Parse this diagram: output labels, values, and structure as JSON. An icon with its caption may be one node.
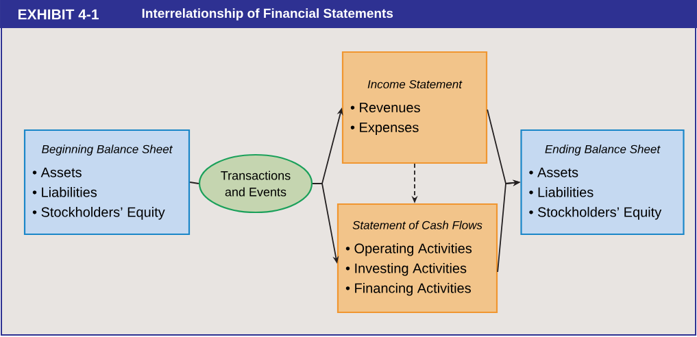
{
  "diagram": {
    "title": "Interrelationship of Financial Statements",
    "nodes": [
      {
        "text": [
          "Beginning Balance Sheet",
          "• Assets",
          "• Liabilities",
          "• Stockholders’ Equity"
        ]
      },
      {
        "text": [
          "Transactions and Events"
        ]
      },
      {
        "text": [
          "Income Statement",
          "• Revenues",
          "• Expenses"
        ]
      },
      {
        "text": [
          "Statement of Cash Flows",
          "• Operating Activities",
          "• Investing Activities",
          "• Financing Activities"
        ]
      },
      {
        "text": [
          "Ending Balance Sheet",
          "• Assets",
          "• Liabilities",
          "• Stockholders’ Equity"
        ]
      }
    ],
    "edges": [
      {
        "from": 0,
        "to": 1,
        "arrow": "none"
      },
      {
        "from": 1,
        "to": 2,
        "arrow": "to"
      },
      {
        "from": 1,
        "to": 3,
        "arrow": "to"
      },
      {
        "from": 2,
        "to": 3,
        "arrow": "to",
        "style": "dashed"
      },
      {
        "from": 2,
        "to": 4,
        "arrow": "to"
      },
      {
        "from": 3,
        "to": 4,
        "arrow": "to"
      }
    ],
    "labels": [
      "EXHIBIT 4-1"
    ]
  }
}
